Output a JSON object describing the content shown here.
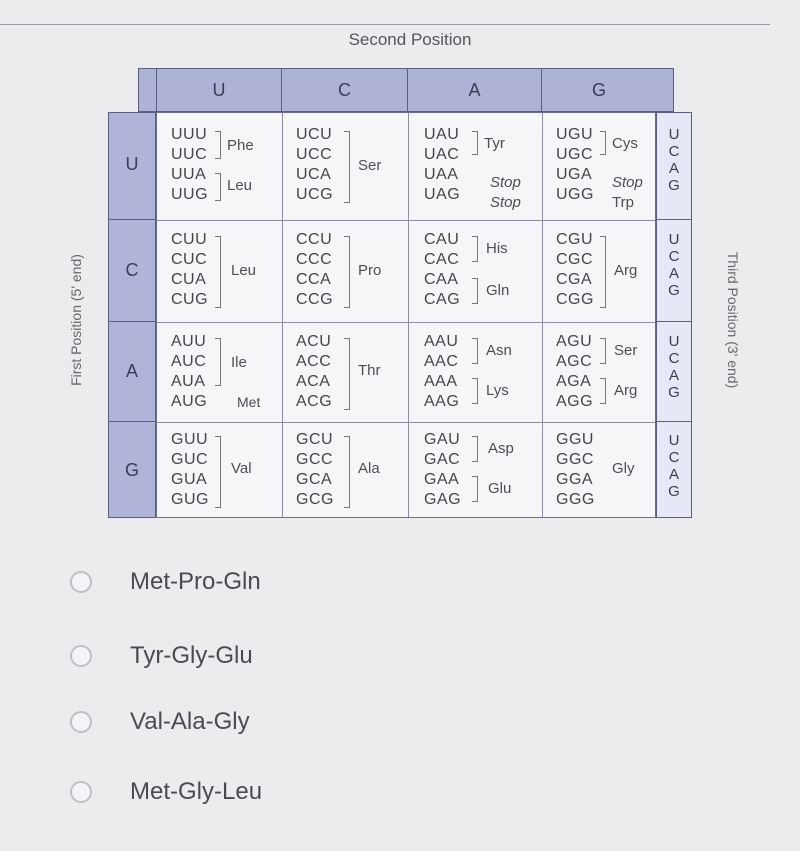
{
  "titles": {
    "second_position": "Second Position",
    "first_position": "First Position (5' end)",
    "third_position": "Third Position (3' end)"
  },
  "column_bases": [
    "U",
    "C",
    "A",
    "G"
  ],
  "row_bases": [
    "U",
    "C",
    "A",
    "G"
  ],
  "third_bases": [
    "U",
    "C",
    "A",
    "G"
  ],
  "codons": {
    "r0": {
      "c0": {
        "codons": [
          "UUU",
          "UUC",
          "UUA",
          "UUG"
        ],
        "aa": [
          "Phe",
          "Leu"
        ]
      },
      "c1": {
        "codons": [
          "UCU",
          "UCC",
          "UCA",
          "UCG"
        ],
        "aa": [
          "Ser"
        ]
      },
      "c2": {
        "codons": [
          "UAU",
          "UAC",
          "UAA",
          "UAG"
        ],
        "aa": [
          "Tyr",
          "Stop",
          "Stop"
        ]
      },
      "c3": {
        "codons": [
          "UGU",
          "UGC",
          "UGA",
          "UGG"
        ],
        "aa": [
          "Cys",
          "Stop",
          "Trp"
        ]
      }
    },
    "r1": {
      "c0": {
        "codons": [
          "CUU",
          "CUC",
          "CUA",
          "CUG"
        ],
        "aa": [
          "Leu"
        ]
      },
      "c1": {
        "codons": [
          "CCU",
          "CCC",
          "CCA",
          "CCG"
        ],
        "aa": [
          "Pro"
        ]
      },
      "c2": {
        "codons": [
          "CAU",
          "CAC",
          "CAA",
          "CAG"
        ],
        "aa": [
          "His",
          "Gln"
        ]
      },
      "c3": {
        "codons": [
          "CGU",
          "CGC",
          "CGA",
          "CGG"
        ],
        "aa": [
          "Arg"
        ]
      }
    },
    "r2": {
      "c0": {
        "codons": [
          "AUU",
          "AUC",
          "AUA",
          "AUG"
        ],
        "aa": [
          "Ile",
          "Met"
        ]
      },
      "c1": {
        "codons": [
          "ACU",
          "ACC",
          "ACA",
          "ACG"
        ],
        "aa": [
          "Thr"
        ]
      },
      "c2": {
        "codons": [
          "AAU",
          "AAC",
          "AAA",
          "AAG"
        ],
        "aa": [
          "Asn",
          "Lys"
        ]
      },
      "c3": {
        "codons": [
          "AGU",
          "AGC",
          "AGA",
          "AGG"
        ],
        "aa": [
          "Ser",
          "Arg"
        ]
      }
    },
    "r3": {
      "c0": {
        "codons": [
          "GUU",
          "GUC",
          "GUA",
          "GUG"
        ],
        "aa": [
          "Val"
        ]
      },
      "c1": {
        "codons": [
          "GCU",
          "GCC",
          "GCA",
          "GCG"
        ],
        "aa": [
          "Ala"
        ]
      },
      "c2": {
        "codons": [
          "GAU",
          "GAC",
          "GAA",
          "GAG"
        ],
        "aa": [
          "Asp",
          "Glu"
        ]
      },
      "c3": {
        "codons": [
          "GGU",
          "GGC",
          "GGA",
          "GGG"
        ],
        "aa": [
          "Gly"
        ]
      }
    }
  },
  "options": [
    {
      "label": "Met-Pro-Gln",
      "selected": false
    },
    {
      "label": "Tyr-Gly-Glu",
      "selected": false
    },
    {
      "label": "Val-Ala-Gly",
      "selected": false
    },
    {
      "label": "Met-Gly-Leu",
      "selected": false
    }
  ]
}
